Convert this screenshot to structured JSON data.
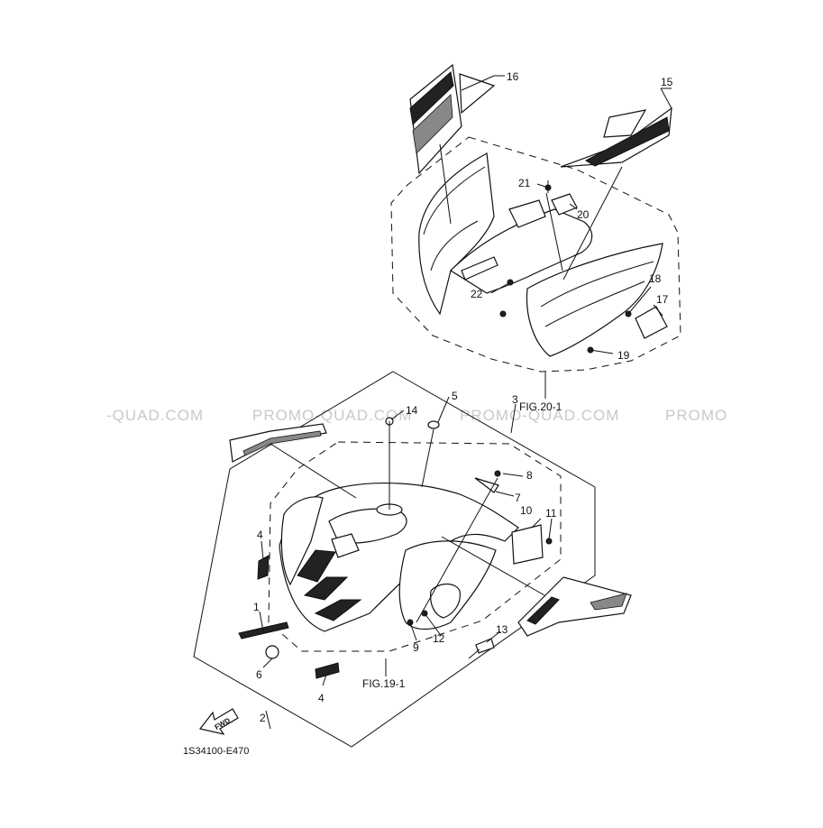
{
  "watermarks": [
    "-QUAD.COM",
    "PROMO-QUAD.COM",
    "PROMO-QUAD.COM",
    "PROMO"
  ],
  "figures": {
    "front": "FIG.20-1",
    "rear": "FIG.19-1"
  },
  "part_code": "1S34100-E470",
  "fwd_label": "FWD",
  "callouts": {
    "c1": "1",
    "c2": "2",
    "c3": "3",
    "c4a": "4",
    "c4b": "4",
    "c5": "5",
    "c6": "6",
    "c7": "7",
    "c8": "8",
    "c9": "9",
    "c10": "10",
    "c11": "11",
    "c12": "12",
    "c13": "13",
    "c14": "14",
    "c15": "15",
    "c16": "16",
    "c17": "17",
    "c18": "18",
    "c19": "19",
    "c20": "20",
    "c21": "21",
    "c22": "22"
  },
  "colors": {
    "ink": "#111111",
    "watermark": "#c9c9c9",
    "background": "#ffffff"
  }
}
